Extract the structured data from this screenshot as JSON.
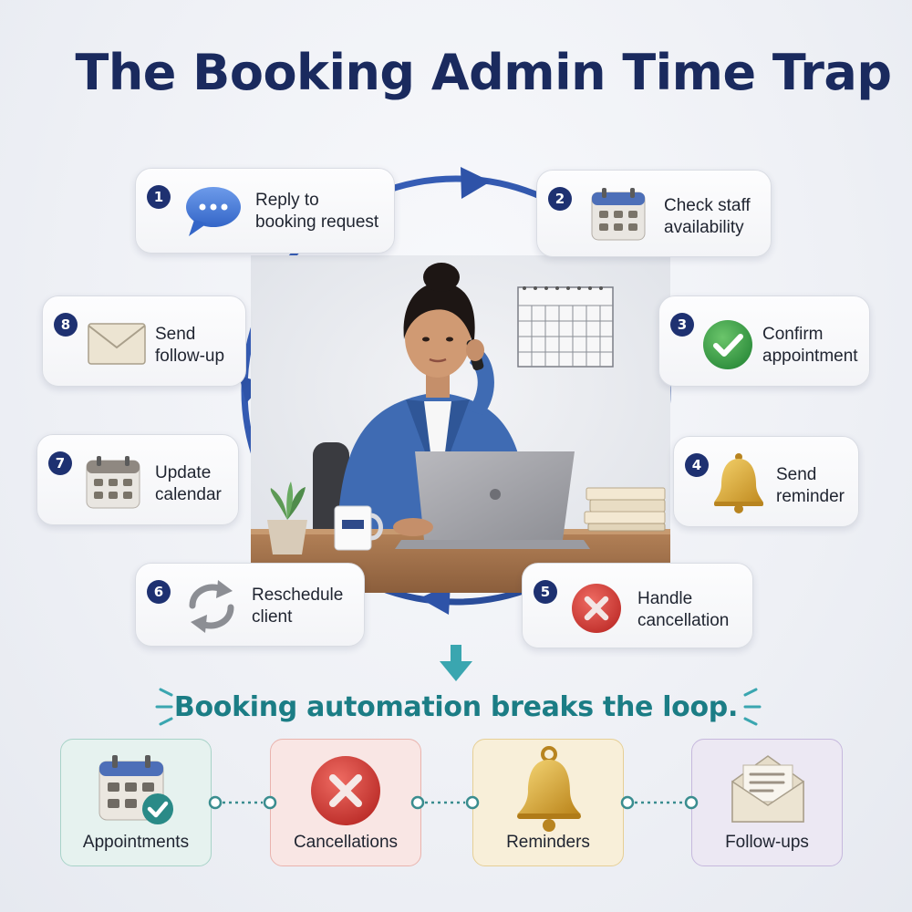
{
  "header": {
    "title": "The Booking Admin Time Trap"
  },
  "steps": [
    {
      "number": "1",
      "label": "Reply to\nbooking request",
      "icon": "speech-bubble-icon"
    },
    {
      "number": "2",
      "label": "Check staff\navailability",
      "icon": "calendar-icon"
    },
    {
      "number": "3",
      "label": "Confirm\nappointment",
      "icon": "check-circle-icon"
    },
    {
      "number": "4",
      "label": "Send\nreminder",
      "icon": "bell-icon"
    },
    {
      "number": "5",
      "label": "Handle\ncancellation",
      "icon": "x-circle-icon"
    },
    {
      "number": "6",
      "label": "Reschedule\nclient",
      "icon": "refresh-arrows-icon"
    },
    {
      "number": "7",
      "label": "Update\ncalendar",
      "icon": "calendar-icon"
    },
    {
      "number": "8",
      "label": "Send\nfollow-up",
      "icon": "envelope-icon"
    }
  ],
  "banner": {
    "text": "Booking automation breaks the loop."
  },
  "features": [
    {
      "label": "Appointments",
      "icon": "calendar-check-icon",
      "bg": "#e6f2ef",
      "border": "#a8d3c8"
    },
    {
      "label": "Cancellations",
      "icon": "x-circle-icon",
      "bg": "#f9e6e4",
      "border": "#e9b3ad"
    },
    {
      "label": "Reminders",
      "icon": "bell-icon",
      "bg": "#f8efd9",
      "border": "#e6cf95"
    },
    {
      "label": "Follow-ups",
      "icon": "envelope-icon",
      "bg": "#ece8f3",
      "border": "#c6b8dd"
    }
  ],
  "colors": {
    "title": "#1a2a5e",
    "loop": "#2e53a8",
    "number_badge": "#1e3171",
    "banner": "#1b7d85",
    "connector": "#3a8d8f"
  }
}
